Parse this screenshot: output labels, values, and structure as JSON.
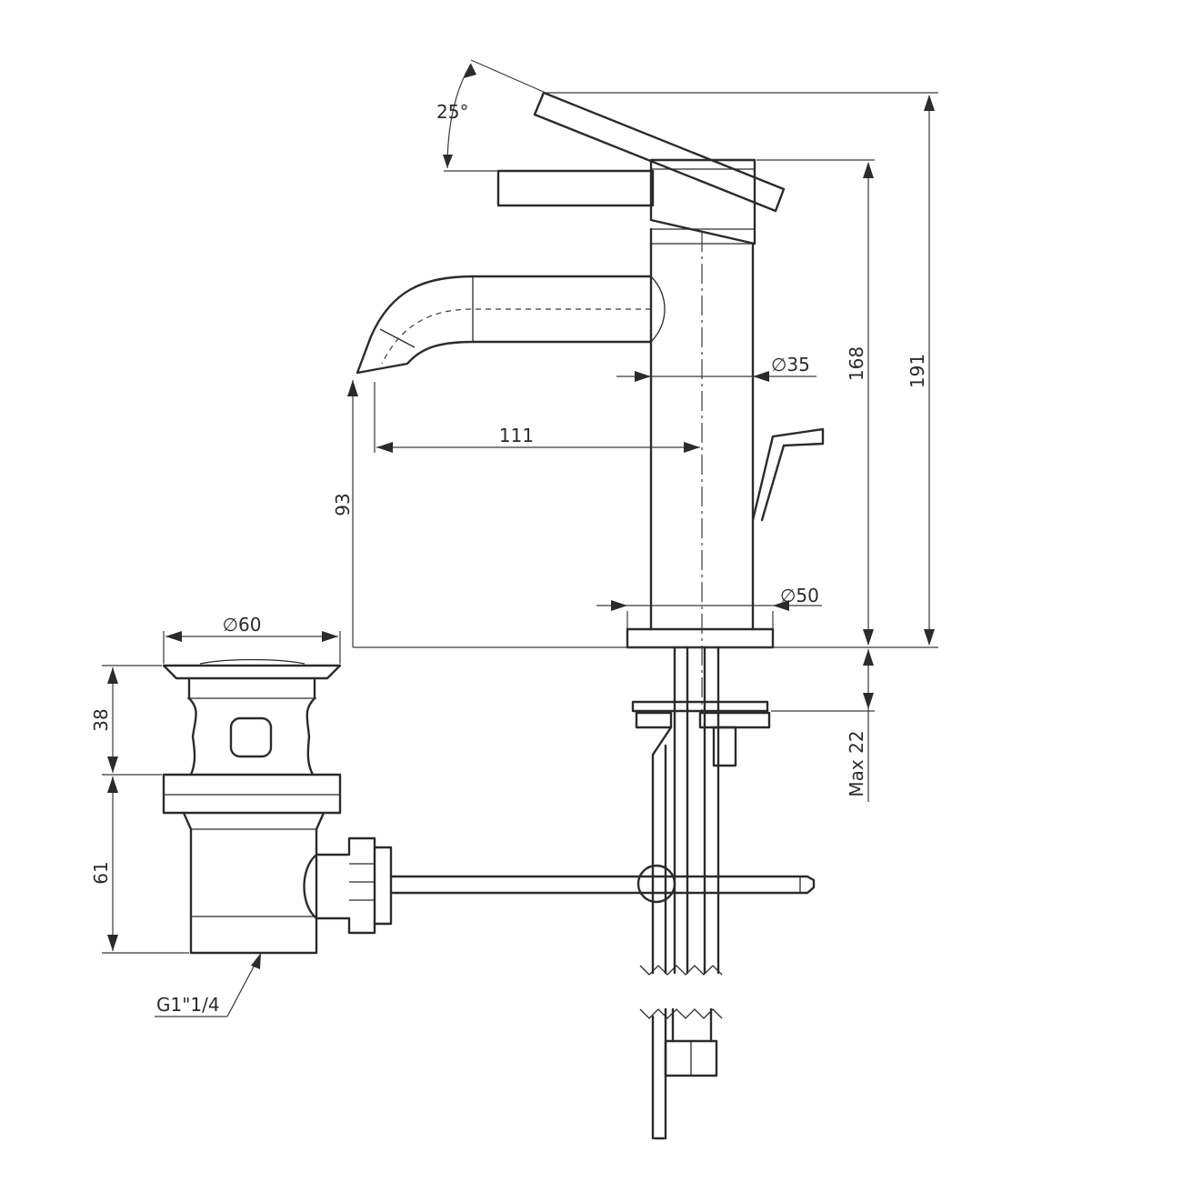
{
  "dimensions": {
    "lever_angle": "25°",
    "overall_height": "191",
    "lever_height": "168",
    "body_diameter": "∅35",
    "spout_reach": "111",
    "spout_height": "93",
    "base_diameter": "∅50",
    "waste_diameter": "∅60",
    "waste_head_height": "38",
    "waste_body_height": "61",
    "waste_thread": "G1\"1/4",
    "max_deck_thickness": "Max 22"
  }
}
